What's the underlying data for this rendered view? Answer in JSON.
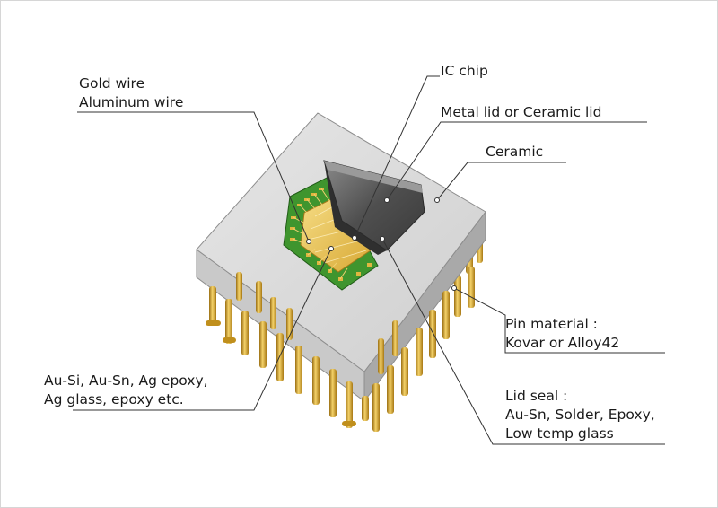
{
  "labels": {
    "gold_wire": "Gold wire",
    "aluminum_wire": "Aluminum wire",
    "ic_chip": "IC chip",
    "lid": "Metal lid or Ceramic lid",
    "ceramic": "Ceramic",
    "pin_material": {
      "line1": "Pin material :",
      "line2": "Kovar or Alloy42"
    },
    "die_attach": {
      "line1": "Au-Si, Au-Sn, Ag epoxy,",
      "line2": "Ag glass, epoxy etc."
    },
    "lid_seal": {
      "line1": "Lid seal :",
      "line2": "Au-Sn, Solder, Epoxy,",
      "line3": "Low temp glass"
    }
  },
  "colors": {
    "ceramic_top": "#d9d9d9",
    "ceramic_left": "#c4c4c4",
    "ceramic_right": "#a8a8a8",
    "lid": "#555555",
    "substrate": "#3a8f2a",
    "die": "#e8c766",
    "pins": "#d4a52a",
    "leader": "#333333"
  }
}
